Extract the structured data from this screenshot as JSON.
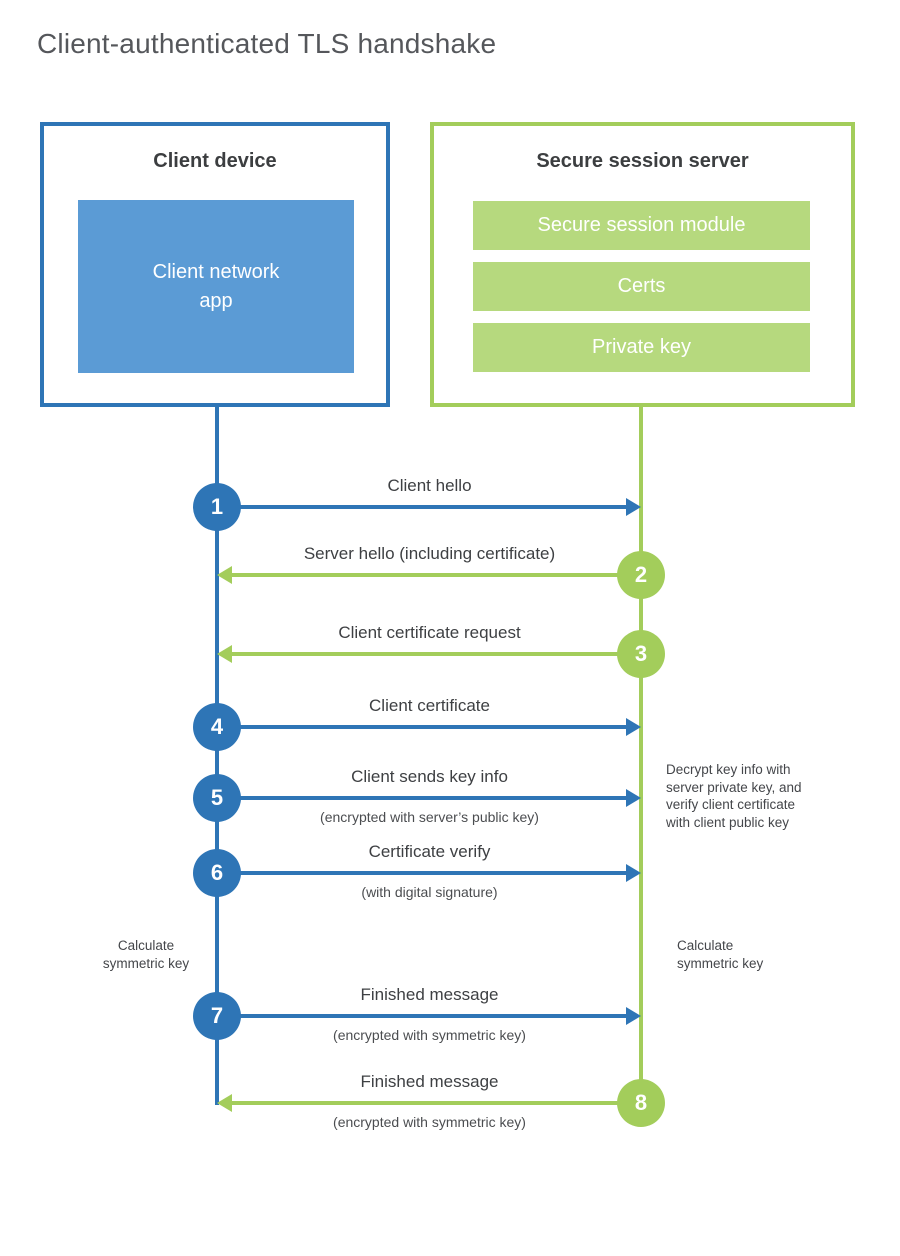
{
  "page": {
    "title": "Client-authenticated TLS handshake"
  },
  "colors": {
    "blue": "#2e75b6",
    "blue_fill": "#5b9bd5",
    "green": "#a3cd5b",
    "green_fill": "#b6d97e"
  },
  "client": {
    "title": "Client device",
    "app_label": "Client network\napp"
  },
  "server": {
    "title": "Secure session server",
    "modules": [
      "Secure session module",
      "Certs",
      "Private key"
    ]
  },
  "steps": [
    {
      "num": "1",
      "label": "Client hello",
      "sub": "",
      "from": "client",
      "to": "server"
    },
    {
      "num": "2",
      "label": "Server hello (including certificate)",
      "sub": "",
      "from": "server",
      "to": "client"
    },
    {
      "num": "3",
      "label": "Client certificate request",
      "sub": "",
      "from": "server",
      "to": "client"
    },
    {
      "num": "4",
      "label": "Client certificate",
      "sub": "",
      "from": "client",
      "to": "server"
    },
    {
      "num": "5",
      "label": "Client sends key info",
      "sub": "(encrypted with server’s public key)",
      "from": "client",
      "to": "server"
    },
    {
      "num": "6",
      "label": "Certificate verify",
      "sub": "(with digital signature)",
      "from": "client",
      "to": "server"
    },
    {
      "num": "7",
      "label": "Finished message",
      "sub": "(encrypted with symmetric key)",
      "from": "client",
      "to": "server"
    },
    {
      "num": "8",
      "label": "Finished message",
      "sub": "(encrypted with symmetric key)",
      "from": "server",
      "to": "client"
    }
  ],
  "notes": {
    "decrypt": "Decrypt key info with\nserver private key, and\nverify client certificate\nwith client public key",
    "calc_left": "Calculate\nsymmetric key",
    "calc_right": "Calculate\nsymmetric key"
  }
}
